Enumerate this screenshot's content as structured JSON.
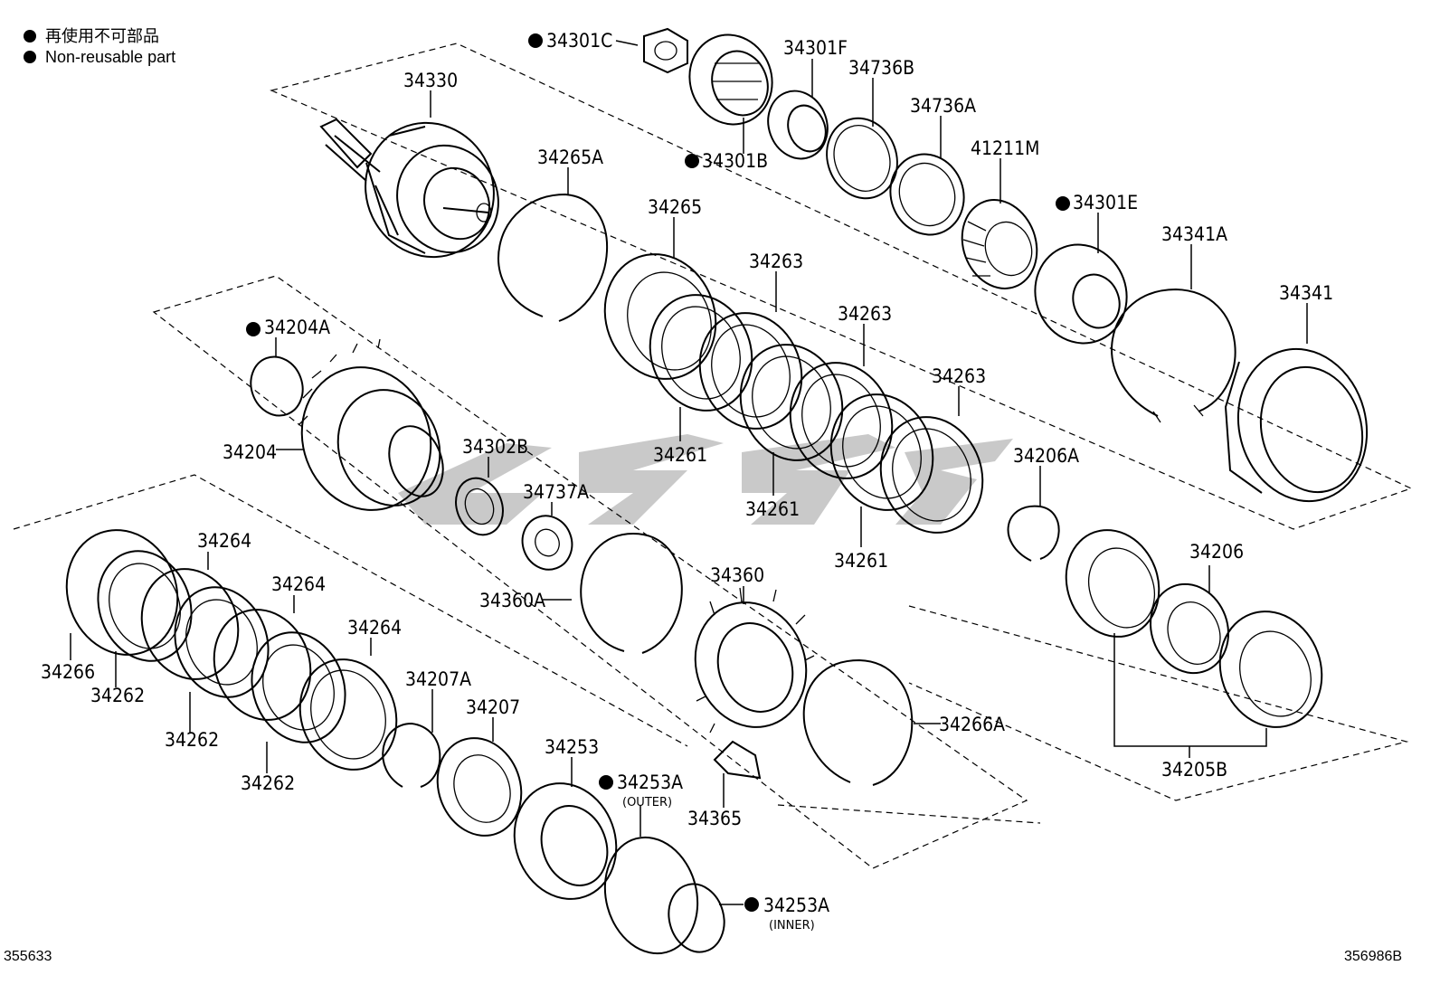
{
  "legend": {
    "line_jp": "再使用不可部品",
    "line_en": "Non-reusable part"
  },
  "codes": {
    "left": "355633",
    "right": "356986B"
  },
  "labels": {
    "p34301C": "34301C",
    "p34301F": "34301F",
    "p34736B": "34736B",
    "p34736A": "34736A",
    "p34330": "34330",
    "p34265A": "34265A",
    "p34301B": "34301B",
    "p41211M": "41211M",
    "p34301E": "34301E",
    "p34341A": "34341A",
    "p34341": "34341",
    "p34265": "34265",
    "p34263a": "34263",
    "p34263b": "34263",
    "p34263c": "34263",
    "p34261a": "34261",
    "p34261b": "34261",
    "p34261c": "34261",
    "p34204A": "34204A",
    "p34204": "34204",
    "p34302B": "34302B",
    "p34737A": "34737A",
    "p34206A": "34206A",
    "p34206": "34206",
    "p34205B": "34205B",
    "p34360A": "34360A",
    "p34360": "34360",
    "p34266A": "34266A",
    "p34365": "34365",
    "p34264a": "34264",
    "p34264b": "34264",
    "p34264c": "34264",
    "p34266": "34266",
    "p34262a": "34262",
    "p34262b": "34262",
    "p34262c": "34262",
    "p34207A": "34207A",
    "p34207": "34207",
    "p34253": "34253",
    "p34253A_outer": "34253A",
    "outer_note": "(OUTER)",
    "p34253A_inner": "34253A",
    "inner_note": "(INNER)"
  },
  "colors": {
    "line": "#000000",
    "watermark": "#9c9c9c",
    "background": "#ffffff"
  },
  "icons": {
    "non_reusable_marker": "filled-circle"
  }
}
